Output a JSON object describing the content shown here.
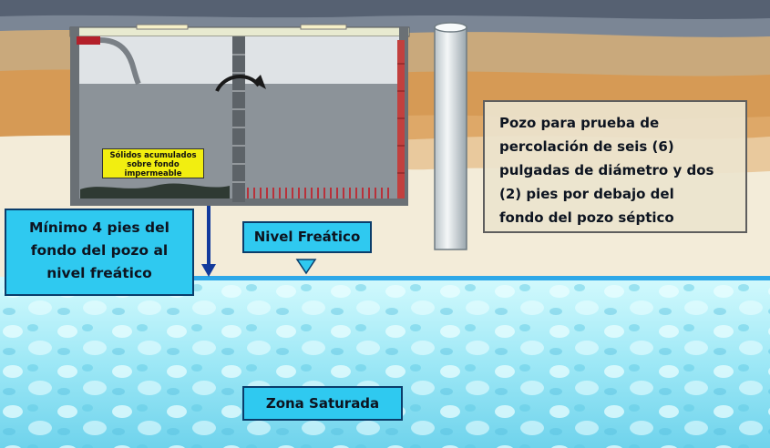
{
  "labels": {
    "min_depth": [
      "Mínimo 4 pies del",
      "fondo del pozo al",
      "nivel freático"
    ],
    "water_table": "Nivel Freático",
    "saturated_zone": "Zona Saturada",
    "test_hole": [
      "Pozo para prueba de",
      "percolación de seis (6)",
      "pulgadas de diámetro y dos",
      "(2) pies por debajo del",
      "fondo del pozo séptico"
    ],
    "solids": [
      "Sólidos acumulados",
      "sobre fondo",
      "impermeable"
    ]
  },
  "colors": {
    "water_light": "#bdf3fb",
    "water_mid": "#6fd6ee",
    "label_fill": "#2fc9f0",
    "arrow": "#123a9c",
    "soil_dark": "#566172",
    "soil_orange": "#d69a55",
    "tank_liquid": "#8c9399"
  }
}
